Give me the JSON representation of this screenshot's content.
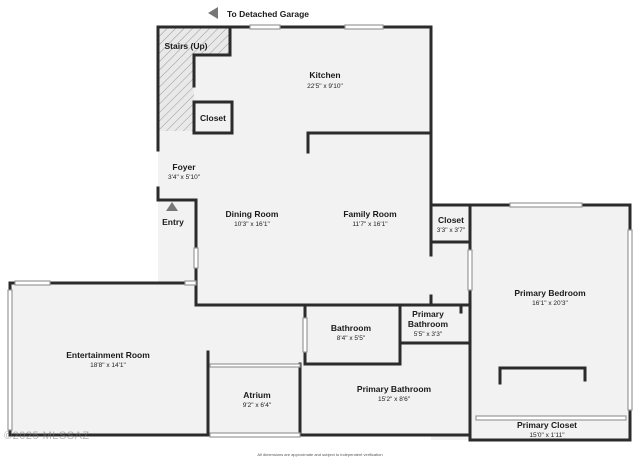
{
  "garage_label": "To Detached Garage",
  "entry_label": "Entry",
  "footer_note": "All dimensions are approximate and subject to independent verification",
  "watermark": "©2025 MLSSAZ",
  "rooms": {
    "stairs": {
      "name": "Stairs (Up)"
    },
    "kitchen": {
      "name": "Kitchen",
      "dim": "22'5\" x 9'10\""
    },
    "closet_small": {
      "name": "Closet"
    },
    "foyer": {
      "name": "Foyer",
      "dim": "3'4\" x 5'10\""
    },
    "dining": {
      "name": "Dining Room",
      "dim": "10'3\" x 16'1\""
    },
    "family": {
      "name": "Family Room",
      "dim": "11'7\" x 16'1\""
    },
    "closet_right": {
      "name": "Closet",
      "dim": "3'3\" x 3'7\""
    },
    "primary_bedroom": {
      "name": "Primary Bedroom",
      "dim": "16'1\" x 20'3\""
    },
    "entertainment": {
      "name": "Entertainment Room",
      "dim": "18'8\" x 14'1\""
    },
    "bathroom": {
      "name": "Bathroom",
      "dim": "8'4\" x 5'5\""
    },
    "primary_bath_small": {
      "name1": "Primary",
      "name2": "Bathroom",
      "dim": "5'5\" x 3'3\""
    },
    "atrium": {
      "name": "Atrium",
      "dim": "9'2\" x 6'4\""
    },
    "primary_bath_large": {
      "name": "Primary Bathroom",
      "dim": "15'2\" x 8'6\""
    },
    "primary_closet": {
      "name": "Primary Closet",
      "dim": "15'0\" x 1'11\""
    }
  },
  "colors": {
    "wall": "#2b2b2b",
    "floor": "#f2f2f2",
    "hatch": "#9a9a9a",
    "window": "#cfcfcf"
  }
}
